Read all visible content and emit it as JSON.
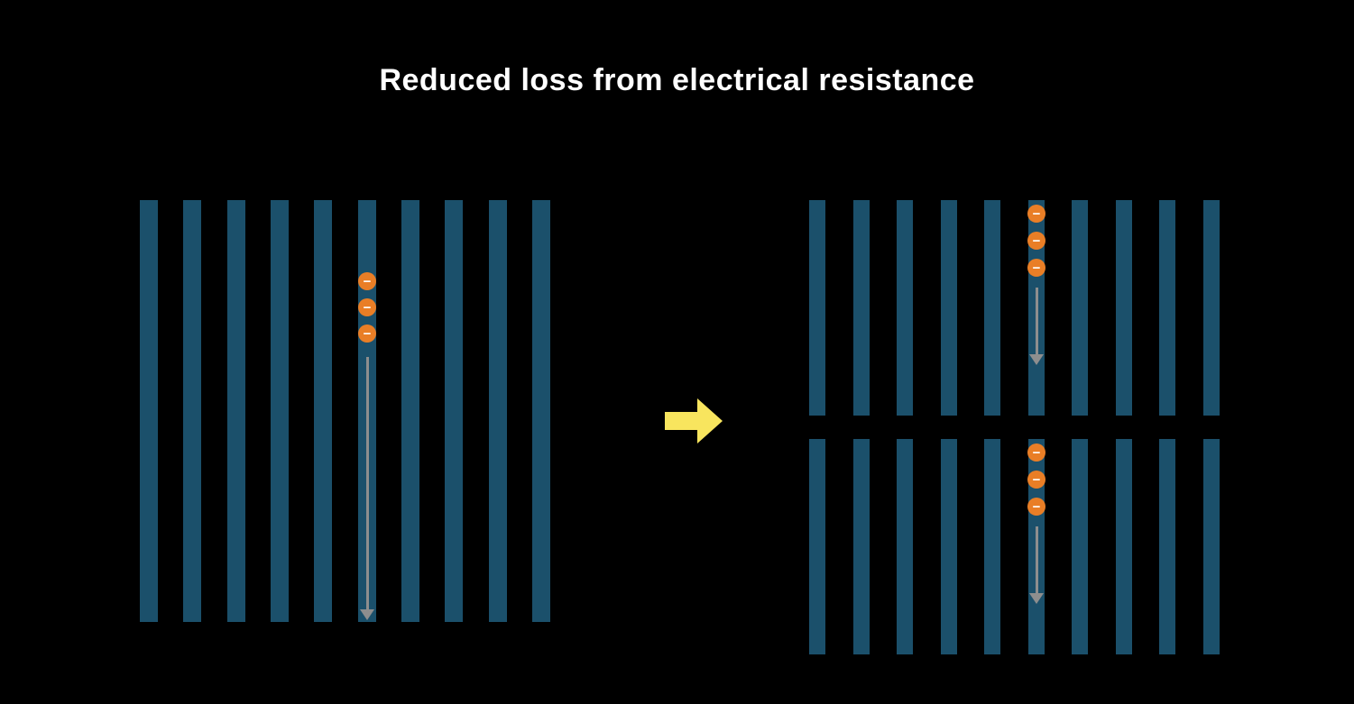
{
  "title": "Reduced loss from electrical resistance",
  "electron_symbol": "−",
  "colors": {
    "background": "#000000",
    "title_text": "#ffffff",
    "bar": "#1b506b",
    "electron": "#e97e26",
    "electron_symbol_color": "#ffffff",
    "path_arrow": "#8e8e8e",
    "transition_arrow": "#f8e55e"
  },
  "panels": {
    "full_cell": {
      "bar_count": 10,
      "electron_count": 3
    },
    "half_cell_top": {
      "bar_count": 10,
      "electron_count": 3
    },
    "half_cell_bottom": {
      "bar_count": 10,
      "electron_count": 3
    }
  },
  "icons": {
    "electron": "minus-circle-icon",
    "electron_path": "down-arrow-icon",
    "transition": "right-block-arrow-icon"
  }
}
